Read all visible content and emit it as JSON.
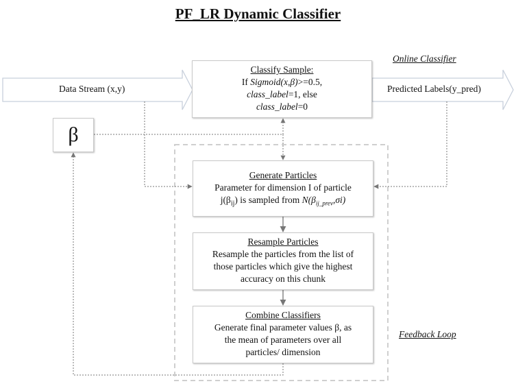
{
  "title": "PF_LR Dynamic Classifier",
  "labels": {
    "online_classifier": "Online Classifier",
    "feedback_loop": "Feedback Loop",
    "data_stream": "Data Stream (x,y)",
    "predicted_labels": "Predicted Labels(y_pred)",
    "beta_symbol": "β"
  },
  "boxes": {
    "classify": {
      "heading": "Classify Sample:",
      "line1_pre": "If ",
      "line1_func": "Sigmoid(x,β)",
      "line1_post": ">=0.5,",
      "line2_var": "class_label",
      "line2_post": "=1, else",
      "line3_var": "class_label",
      "line3_post": "=0"
    },
    "generate": {
      "heading": "Generate Particles",
      "line1": "Parameter for dimension I of particle",
      "line2_pre": "j(β",
      "line2_sub": "ij",
      "line2_mid": ") is sampled from ",
      "line2_dist": "N(β",
      "line2_dist_sub": "ij_prev",
      "line2_dist_post": ",σi)"
    },
    "resample": {
      "heading": "Resample Particles",
      "body": [
        "Resample the particles from the list of",
        "those particles which give the highest",
        "accuracy on this chunk"
      ]
    },
    "combine": {
      "heading": "Combine Classifiers",
      "body": [
        "Generate final parameter values β, as",
        "the mean of parameters over all",
        "particles/ dimension"
      ]
    }
  }
}
